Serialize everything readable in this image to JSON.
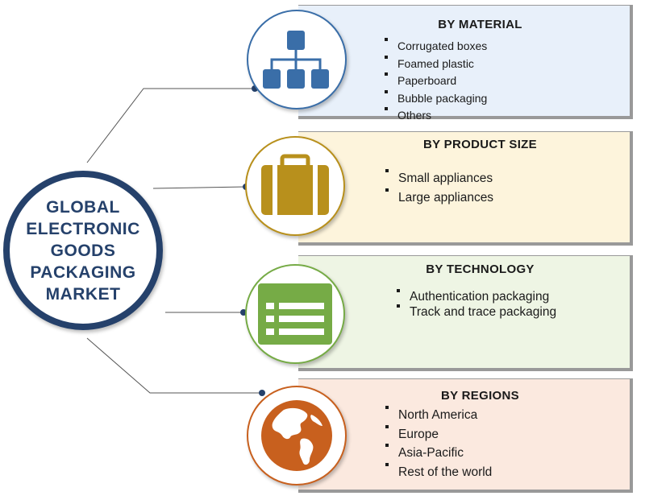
{
  "center": {
    "title_lines": [
      "GLOBAL",
      "ELECTRONIC",
      "GOODS",
      "PACKAGING",
      "MARKET"
    ],
    "color": "#25416b"
  },
  "segments": [
    {
      "title": "BY MATERIAL",
      "icon": "hierarchy-icon",
      "color": "#3a6ea8",
      "bg": "#e8f0fa",
      "items": [
        "Corrugated boxes",
        "Foamed plastic",
        "Paperboard",
        "Bubble packaging",
        "Others"
      ]
    },
    {
      "title": "BY PRODUCT SIZE",
      "icon": "suitcase-icon",
      "color": "#b8901c",
      "bg": "#fdf4dc",
      "items": [
        "Small appliances",
        "Large appliances"
      ]
    },
    {
      "title": "BY TECHNOLOGY",
      "icon": "list-window-icon",
      "color": "#76ab46",
      "bg": "#eef5e4",
      "items": [
        "Authentication packaging",
        "Track and trace packaging"
      ]
    },
    {
      "title": "BY REGIONS",
      "icon": "globe-icon",
      "color": "#c8601e",
      "bg": "#fbe9df",
      "items": [
        "North America",
        "Europe",
        "Asia-Pacific",
        "Rest of the world"
      ]
    }
  ]
}
